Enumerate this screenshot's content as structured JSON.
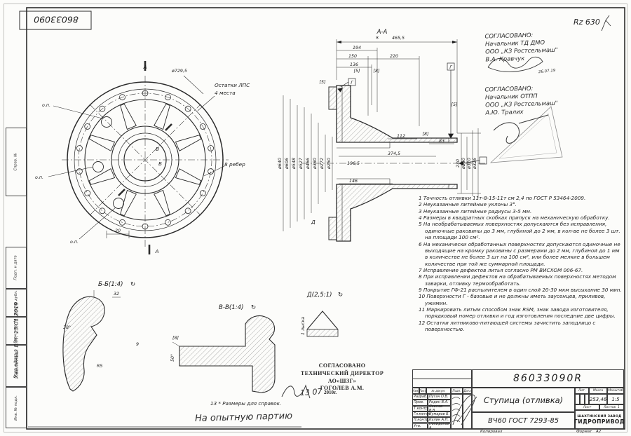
{
  "margins": {
    "stamp_number": "86033090",
    "roughness": "Rz 630",
    "side_labels": [
      "Справ. №",
      "Подп. и дата",
      "Инв. № дубл.",
      "Взам. инв. №",
      "Подп. и дата",
      "Инв. № подл."
    ],
    "side_note": "Хвалёный В.Н.  13.01.2019",
    "note13": "13 * Размеры для справок.",
    "hand_bottom": "На  опытную  партию"
  },
  "appr": {
    "a1": [
      "СОГЛАСОВАНО:",
      "Начальник ТД ДМО",
      "ООО „КЗ Ростсельмаш\"",
      "В.А. Кравчук"
    ],
    "a1date": "26.07.19",
    "a2": [
      "СОГЛАСОВАНО:",
      "Начальник ОТПП",
      "ООО „КЗ Ростсельмаш\"",
      "А.Ю. Тралих"
    ],
    "a3": [
      "СОГЛАСОВАНО",
      "ТЕХНИЧЕСКИЙ ДИРЕКТОР",
      "АО«ШЗГ»",
      "ГОГОЛЕВ А.М."
    ],
    "a3date_hand": "13 07",
    "a3date": "2010г."
  },
  "fv": {
    "dia": "ø729,5",
    "lps1": "Остатки ЛПС",
    "lps2": "4 места",
    "ribs": "8 ребер",
    "op1": "о.п.",
    "op2": "о.п.",
    "op3": "о.п.",
    "a1": "А",
    "a2": "А",
    "b": "Б",
    "v": "В",
    "d20": "20"
  },
  "sec": {
    "title": "А-А",
    "star": "*",
    "oall": "465,5",
    "d194": "194",
    "d150": "150",
    "d220": "220",
    "d136": "136",
    "b5a": "[5]",
    "b8a": "[8]",
    "b5b": "[5]",
    "b5c": "[5]",
    "b8b": "[8]",
    "g1": "Г",
    "g2": "Г",
    "dd": "Д",
    "dias_left": [
      "ø640",
      "ø606",
      "ø548",
      "ø527",
      "ø466",
      "ø380",
      "ø272",
      "ø250"
    ],
    "d1965": "196,5",
    "d146": "146",
    "d3745": "374,5",
    "d112": "112",
    "d83": "83",
    "d230": "230",
    "dias_right": [
      "ø250",
      "ø310",
      "ø326"
    ]
  },
  "det": {
    "bb": "Б-Б(1:4)",
    "vv": "В-В(1:4)",
    "dd": "Д(2,5:1)",
    "rot": "↻",
    "bb32": "32",
    "bb38": "38°",
    "bbr5": "R5",
    "bb9": "9",
    "vv8": "[8]",
    "vv50": "50°",
    "lyska": "1 лыска"
  },
  "notes": [
    "1 Точность отливки 11т-8-15-11т см 2,4 по ГОСТ Р 53464-2009.",
    "2 Неуказанные литейные уклоны 3°.",
    "3 Неуказанные литейные радиусы 3-5 мм.",
    "4 Размеры в квадратных скобках припуск на механическую обработку.",
    "5 На необрабатываемых поверхностях допускаются без исправления, одиночные раковины до 3 мм, глубиной до 2 мм, в кол-ве не более 3 шт. на площади 100 см².",
    "6 На механически обработанных поверхностях допускаются одиночные не выходящие на кромку раковины с размерами до 2 мм, глубиной до 1 мм в количестве не более 3 шт на 100 см², или более мелкие в большем количестве при той же суммарной площади.",
    "7 Исправление дефектов литья согласно РМ ВИСХОМ 006-67.",
    "8 При исправлении дефектов на обрабатываемых поверхностях методом заварки, отливку термообработать.",
    "9 Покрытие ГФ-21 распылителем в один слой 20-30 мкм высыхание 30 мин.",
    "10 Поверхности Г - базовые и не должны иметь заусенцев, приливов, ужимин.",
    "11 Маркировать литым способом знак RSM, знак завода изготовителя, порядковый номер отливки и год изготовления последние две цифры.",
    "12 Остатки литниково-питающей системы зачистить заподлицо с поверхностью."
  ],
  "tb": {
    "doc": "86033090R",
    "name": "Ступица (отливка)",
    "material": "ВЧ60  ГОСТ 7293-85",
    "lit": "Лит.",
    "mass_l": "Масса",
    "scale_l": "Масштаб",
    "mass": "253,46",
    "scale": "1:5",
    "sheet_l": "Лист",
    "sheets_l": "Листов",
    "sheets_v": "1",
    "company1": "ШАХТИНСКИЙ ЗАВОД",
    "company2": "ГИДРОПРИВОД",
    "kopir": "Копировал",
    "format_l": "Формат",
    "format_v": "А2",
    "hdr": [
      "Изм.",
      "Лист",
      "№ докум.",
      "Подп.",
      "Дата"
    ],
    "rows": [
      {
        "r": "Разраб.",
        "n": "Пугач О.В."
      },
      {
        "r": "Пров.",
        "n": "Редин В.А."
      },
      {
        "r": "Т.контр.",
        "n": "Осипов В.В."
      },
      {
        "r": "Гл.метал.",
        "n": "Кумаров Б."
      },
      {
        "r": "Н.контр.",
        "n": "Кулик А.П."
      },
      {
        "r": "Утв.",
        "n": "Покиданов А."
      }
    ]
  }
}
